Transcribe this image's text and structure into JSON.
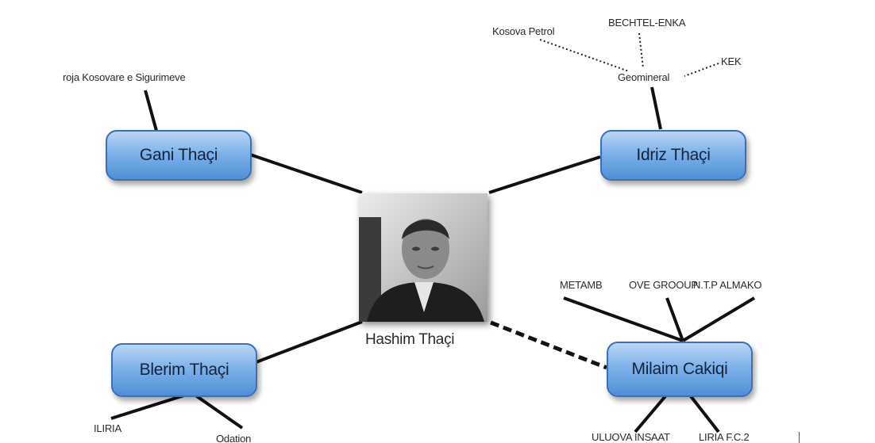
{
  "center": {
    "name": "Hashim Thaçi",
    "photo_icon": "person-portrait-icon"
  },
  "nodes": {
    "gani": "Gani Thaçi",
    "idriz": "Idriz Thaçi",
    "blerim": "Blerim Thaçi",
    "milaim": "Milaim Cakiqi"
  },
  "labels": {
    "gani_top": "roja Kosovare e Sigurimeve",
    "kosova_petrol": "Kosova Petrol",
    "bechtel": "BECHTEL-ENKA",
    "kek": "KEK",
    "geomineral": "Geomineral",
    "metamb": "METAMB",
    "ove": "OVE GROOUP",
    "ntp": "N.T.P ALMAKO",
    "iliria": "ILIRIA",
    "odation": "Odation",
    "ulluova": "ULUOVA INSAAT",
    "liria": "LIRIA F.C.2"
  },
  "colors": {
    "node_fill": "#7fb2ea",
    "node_border": "#3d6fb5",
    "line": "#111111"
  }
}
